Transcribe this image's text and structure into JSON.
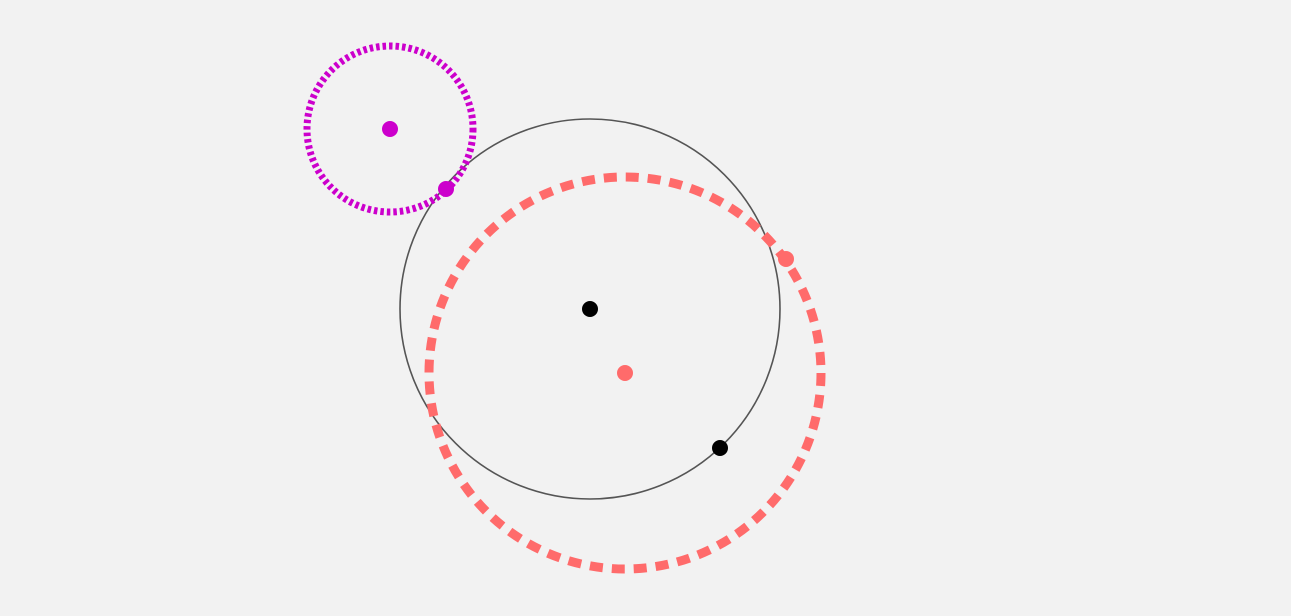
{
  "colors": {
    "background": "#f2f2f2",
    "black": "#000000",
    "thin_stroke": "#555555",
    "salmon": "#ff6b6b",
    "magenta": "#cc00cc"
  },
  "circles": [
    {
      "id": "magenta-circle",
      "color": "magenta",
      "style": "dashed-thick"
    },
    {
      "id": "black-circle",
      "color": "black",
      "style": "solid-thin"
    },
    {
      "id": "salmon-circle",
      "color": "salmon",
      "style": "dashed-thick"
    }
  ],
  "points": [
    {
      "id": "magenta-center-point",
      "color": "magenta"
    },
    {
      "id": "magenta-edge-point",
      "color": "magenta"
    },
    {
      "id": "black-center-point",
      "color": "black"
    },
    {
      "id": "black-edge-point",
      "color": "black"
    },
    {
      "id": "salmon-center-point",
      "color": "salmon"
    },
    {
      "id": "salmon-edge-point",
      "color": "salmon"
    }
  ]
}
